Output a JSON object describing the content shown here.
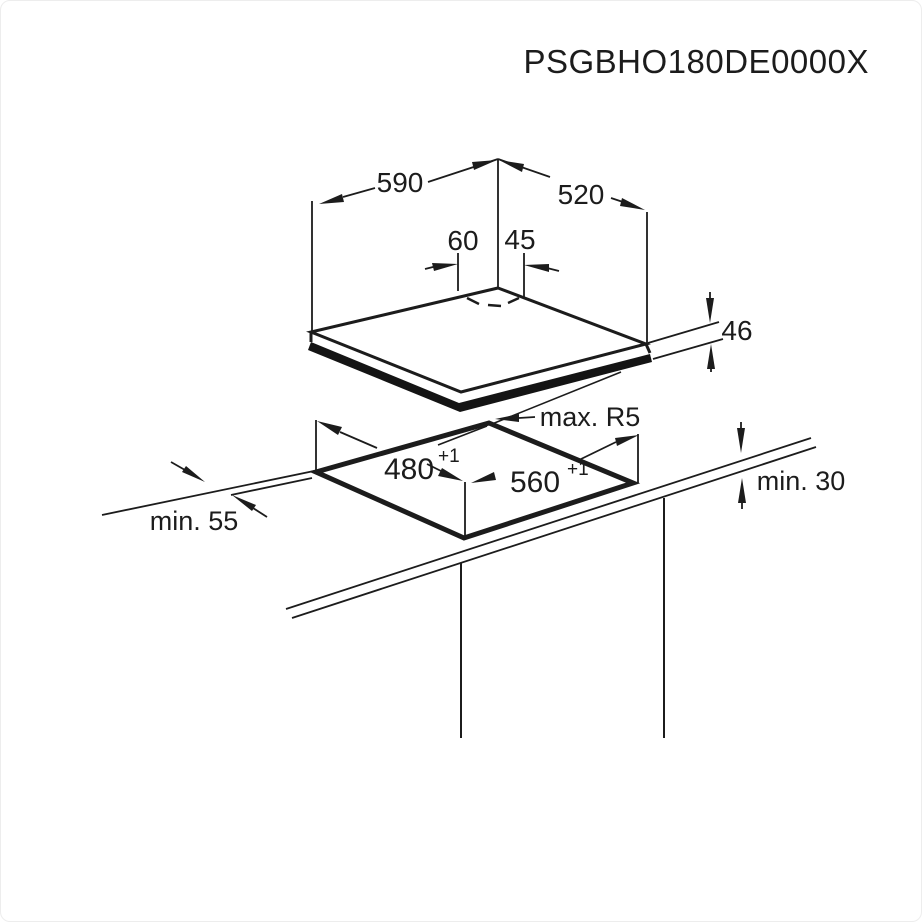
{
  "title": "PSGBHO180DE0000X",
  "dimensions": {
    "hob_width": "590",
    "hob_depth": "520",
    "back_offset_left": "60",
    "back_offset_right": "45",
    "hob_height": "46"
  },
  "cutout": {
    "corner_radius": "max. R5",
    "depth": "480",
    "depth_tolerance": "+1",
    "width": "560",
    "width_tolerance": "+1",
    "front_clearance": "min. 55",
    "clearance_below": "min. 30"
  }
}
